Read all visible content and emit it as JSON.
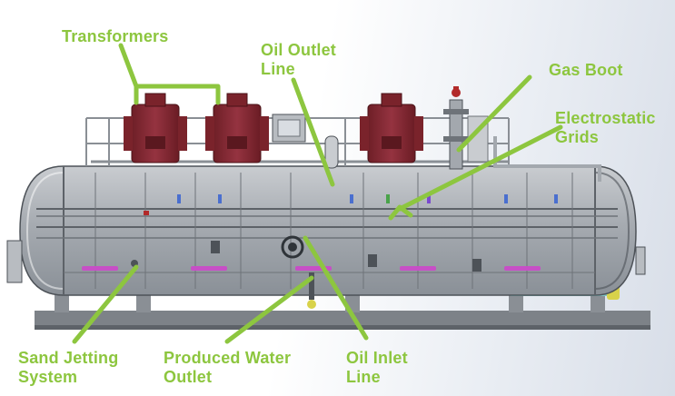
{
  "colors": {
    "label": "#8dc63f",
    "vessel_body": "#a3a8ae",
    "vessel_dark": "#5d6268",
    "transformer": "#8b2a33",
    "skid": "#7d8288",
    "pipe_teal": "#7fc4c2",
    "nozzle_yellow": "#d8d24a",
    "grid_pink": "#c74fc6"
  },
  "labels": {
    "transformers": "Transformers",
    "oil_outlet_line": [
      "Oil Outlet",
      "Line"
    ],
    "gas_boot": "Gas Boot",
    "electrostatic_grids": [
      "Electrostatic",
      "Grids"
    ],
    "sand_jetting_system": [
      "Sand Jetting",
      "System"
    ],
    "produced_water_outlet": [
      "Produced Water",
      "Outlet"
    ],
    "oil_inlet_line": [
      "Oil Inlet",
      "Line"
    ]
  },
  "icons": {
    "transformer": "transformer-icon",
    "vessel": "separator-vessel-icon"
  }
}
